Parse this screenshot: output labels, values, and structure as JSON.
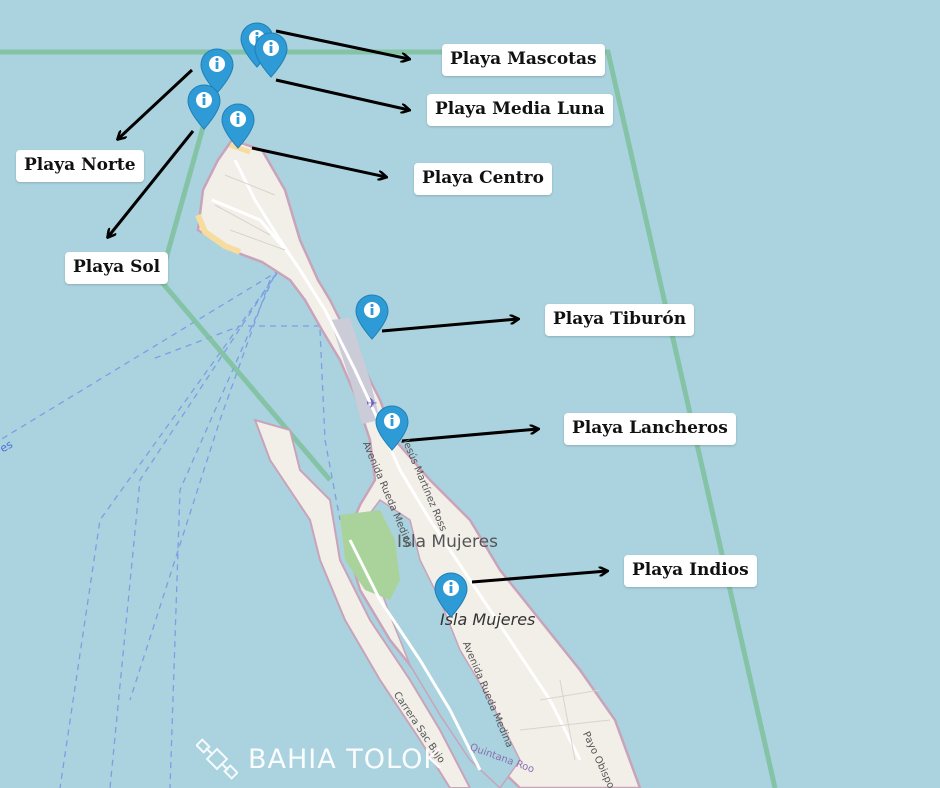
{
  "beaches": [
    {
      "name": "Playa Mascotas"
    },
    {
      "name": "Playa Media Luna"
    },
    {
      "name": "Playa Norte"
    },
    {
      "name": "Playa Centro"
    },
    {
      "name": "Playa Sol"
    },
    {
      "name": "Playa Tiburón"
    },
    {
      "name": "Playa Lancheros"
    },
    {
      "name": "Playa Indios"
    }
  ],
  "map_labels": {
    "town": "Isla Mujeres",
    "municipality": "Isla Mujeres",
    "street_1": "Carrera Sac Bajo",
    "street_2": "Avenida Rueda Medina",
    "street_3": "Avenida Rueda Medina",
    "street_4": "Jesús Martínez Ross",
    "street_5": "Payo Obispo",
    "street_6": "Quintana Roo",
    "edge_fragment": "es"
  },
  "watermark": {
    "text": "BAHIA TOLOK"
  },
  "colors": {
    "water": "#aad3df",
    "land": "#f2efe9",
    "pin": "#2e9bd6",
    "boundary": "#7fbf9c",
    "road": "#ffffff",
    "park": "#a9d39b"
  },
  "icons": {
    "pin": "info-marker-icon",
    "arrow": "arrow-right-icon",
    "logo": "satellite-logo-icon"
  }
}
